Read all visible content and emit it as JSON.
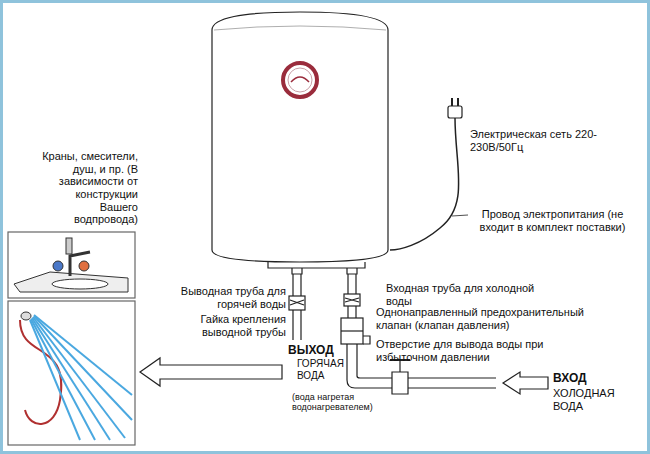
{
  "diagram": {
    "labels": [
      "Краны, смесители, душ, и пр. (В зависимости от конструкции Вашего водпровода)",
      "Электрическая сеть 220-230В/50Гц",
      "Провод электропитания (не входит в комплект поставки)",
      "Выводная труба для горячей воды",
      "Гайка крепления выводной трубы",
      "Входная труба для холодной воды",
      "Однонаправленный предохранительный клапан (клапан давления)",
      "Отверстие для вывода воды при избыточном давлении",
      "ВЫХОД",
      "ГОРЯЧАЯ ВОДА",
      "(вода нагретая водонагревателем)",
      "ВХОД",
      "ХОЛОДНАЯ ВОДА"
    ]
  }
}
